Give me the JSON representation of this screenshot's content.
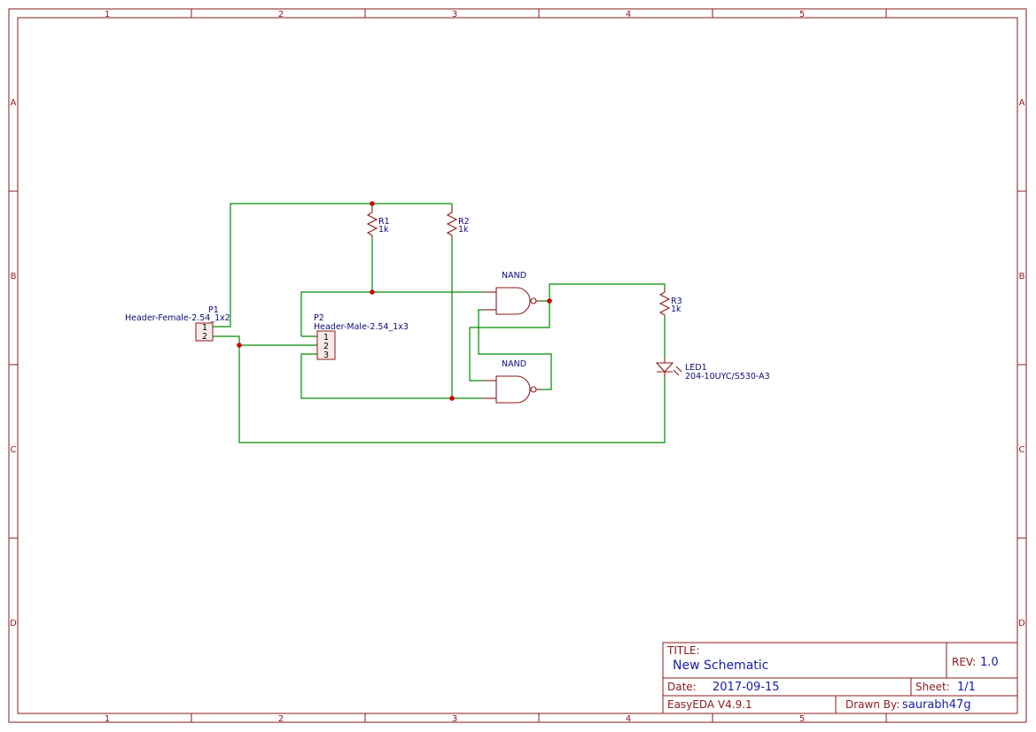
{
  "frame": {
    "columns": [
      "1",
      "2",
      "3",
      "4",
      "5"
    ],
    "rows": [
      "A",
      "B",
      "C",
      "D"
    ]
  },
  "components": {
    "r1": {
      "designator": "R1",
      "value": "1k"
    },
    "r2": {
      "designator": "R2",
      "value": "1k"
    },
    "r3": {
      "designator": "R3",
      "value": "1k"
    },
    "nand_top": {
      "label": "NAND"
    },
    "nand_bottom": {
      "label": "NAND"
    },
    "p1": {
      "designator": "P1",
      "part": "Header-Female-2.54_1x2",
      "pins": [
        "1",
        "2"
      ]
    },
    "p2": {
      "designator": "P2",
      "part": "Header-Male-2.54_1x3",
      "pins": [
        "1",
        "2",
        "3"
      ]
    },
    "led1": {
      "designator": "LED1",
      "part": "204-10UYC/S530-A3"
    }
  },
  "title_block": {
    "title_label": "TITLE:",
    "title": "New Schematic",
    "rev_label": "REV:",
    "rev": "1.0",
    "date_label": "Date:",
    "date": "2017-09-15",
    "sheet_label": "Sheet:",
    "sheet": "1/1",
    "software": "EasyEDA V4.9.1",
    "drawn_by_label": "Drawn By:",
    "drawn_by": "saurabh47g"
  },
  "colors": {
    "frame": "#8b1a1a",
    "wire": "#008a00",
    "text_blue": "#0a0a7a",
    "junction": "#cc0000"
  }
}
